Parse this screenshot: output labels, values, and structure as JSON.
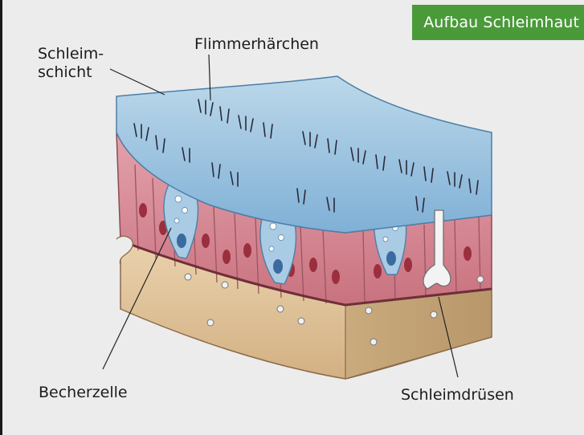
{
  "title": "Aufbau Schleimhaut",
  "labels": {
    "schleimschicht_line1": "Schleim-",
    "schleimschicht_line2": "schicht",
    "flimmerhaerchen": "Flimmerhärchen",
    "becherzelle": "Becherzelle",
    "schleimdruesen": "Schleimdrüsen"
  },
  "colors": {
    "badge": "#4a9a3a",
    "mucus": "#9cc4e0",
    "cells": "#d98a94",
    "tissue": "#e2c49a"
  }
}
